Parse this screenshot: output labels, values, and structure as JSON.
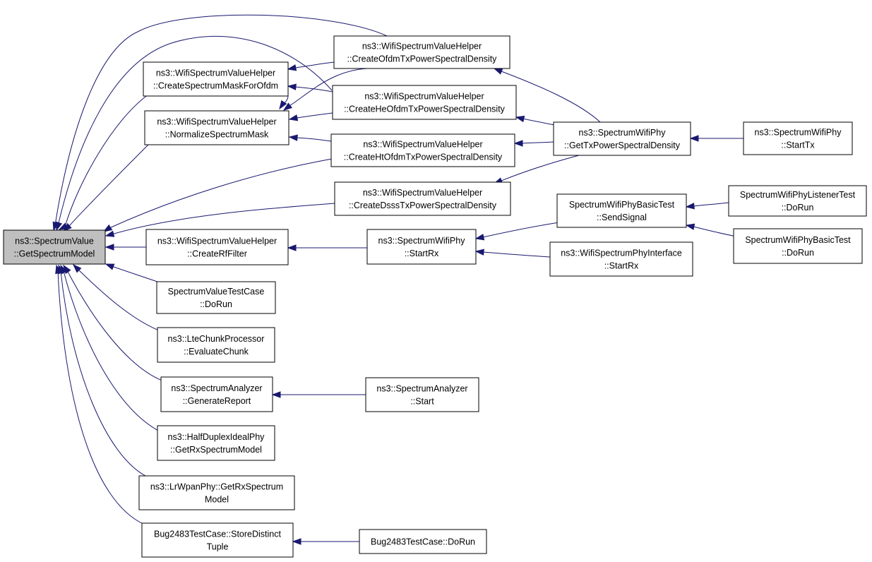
{
  "colors": {
    "edge": "#191970",
    "root_fill": "#bfbfbf",
    "node_fill": "#ffffff"
  },
  "nodes": {
    "root": [
      "ns3::SpectrumValue",
      "::GetSpectrumModel"
    ],
    "mask": [
      "ns3::WifiSpectrumValueHelper",
      "::CreateSpectrumMaskForOfdm"
    ],
    "norm": [
      "ns3::WifiSpectrumValueHelper",
      "::NormalizeSpectrumMask"
    ],
    "ofdm": [
      "ns3::WifiSpectrumValueHelper",
      "::CreateOfdmTxPowerSpectralDensity"
    ],
    "he": [
      "ns3::WifiSpectrumValueHelper",
      "::CreateHeOfdmTxPowerSpectralDensity"
    ],
    "ht": [
      "ns3::WifiSpectrumValueHelper",
      "::CreateHtOfdmTxPowerSpectralDensity"
    ],
    "dsss": [
      "ns3::WifiSpectrumValueHelper",
      "::CreateDsssTxPowerSpectralDensity"
    ],
    "gettx": [
      "ns3::SpectrumWifiPhy",
      "::GetTxPowerSpectralDensity"
    ],
    "starttx": [
      "ns3::SpectrumWifiPhy",
      "::StartTx"
    ],
    "rf": [
      "ns3::WifiSpectrumValueHelper",
      "::CreateRfFilter"
    ],
    "startrx": [
      "ns3::SpectrumWifiPhy",
      "::StartRx"
    ],
    "sendsig": [
      "SpectrumWifiPhyBasicTest",
      "::SendSignal"
    ],
    "listener": [
      "SpectrumWifiPhyListenerTest",
      "::DoRun"
    ],
    "basicrun": [
      "SpectrumWifiPhyBasicTest",
      "::DoRun"
    ],
    "iface": [
      "ns3::WifiSpectrumPhyInterface",
      "::StartRx"
    ],
    "svtc": [
      "SpectrumValueTestCase",
      "::DoRun"
    ],
    "lte": [
      "ns3::LteChunkProcessor",
      "::EvaluateChunk"
    ],
    "gen": [
      "ns3::SpectrumAnalyzer",
      "::GenerateReport"
    ],
    "anstart": [
      "ns3::SpectrumAnalyzer",
      "::Start"
    ],
    "half": [
      "ns3::HalfDuplexIdealPhy",
      "::GetRxSpectrumModel"
    ],
    "lrw": [
      "ns3::LrWpanPhy::GetRxSpectrum",
      "Model"
    ],
    "bug": [
      "Bug2483TestCase::StoreDistinct",
      "Tuple"
    ],
    "bugrun": [
      "Bug2483TestCase::DoRun"
    ]
  },
  "edges": [
    [
      "root",
      "mask"
    ],
    [
      "root",
      "norm"
    ],
    [
      "root",
      "ofdm"
    ],
    [
      "root",
      "he"
    ],
    [
      "root",
      "ht"
    ],
    [
      "root",
      "dsss"
    ],
    [
      "root",
      "rf"
    ],
    [
      "root",
      "svtc"
    ],
    [
      "root",
      "lte"
    ],
    [
      "root",
      "gen"
    ],
    [
      "root",
      "half"
    ],
    [
      "root",
      "lrw"
    ],
    [
      "root",
      "bug"
    ],
    [
      "mask",
      "ofdm"
    ],
    [
      "mask",
      "he"
    ],
    [
      "norm",
      "mask"
    ],
    [
      "norm",
      "ofdm"
    ],
    [
      "norm",
      "he"
    ],
    [
      "norm",
      "ht"
    ],
    [
      "ofdm",
      "gettx"
    ],
    [
      "he",
      "gettx"
    ],
    [
      "ht",
      "gettx"
    ],
    [
      "dsss",
      "gettx"
    ],
    [
      "gettx",
      "starttx"
    ],
    [
      "rf",
      "startrx"
    ],
    [
      "startrx",
      "sendsig"
    ],
    [
      "startrx",
      "iface"
    ],
    [
      "sendsig",
      "listener"
    ],
    [
      "sendsig",
      "basicrun"
    ],
    [
      "gen",
      "anstart"
    ],
    [
      "bug",
      "bugrun"
    ]
  ]
}
